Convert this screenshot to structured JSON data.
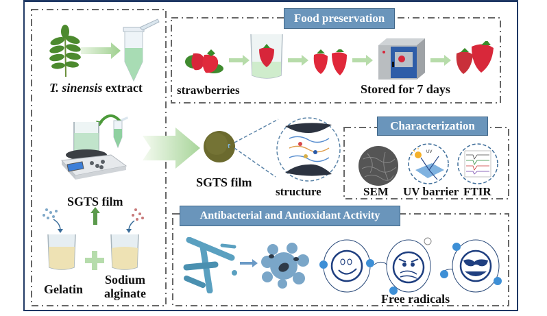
{
  "left_panel": {
    "extract_label_italic": "T. sinensis",
    "extract_label_rest": " extract",
    "film_label": "SGTS film",
    "gelatin_label": "Gelatin",
    "sodium_alginate_label_line1": "Sodium",
    "sodium_alginate_label_line2": "alginate"
  },
  "food_preservation": {
    "title": "Food preservation",
    "strawberries_label": "strawberries",
    "stored_label": "Stored for 7 days"
  },
  "middle": {
    "film_label": "SGTS film",
    "structure_label": "structure"
  },
  "characterization": {
    "title": "Characterization",
    "items": [
      {
        "label": "SEM"
      },
      {
        "label": "UV barrier"
      },
      {
        "label": "FTIR"
      }
    ],
    "uv_text": "UV"
  },
  "antibacterial": {
    "title": "Antibacterial and Antioxidant Activity",
    "free_radicals_label": "Free radicals"
  },
  "colors": {
    "frame": "#1f3864",
    "title_box": "#6a95bb",
    "arrow_green": "#a9d49a",
    "dash_gray": "#666666",
    "bacteria_blue": "#5aa0c0"
  }
}
